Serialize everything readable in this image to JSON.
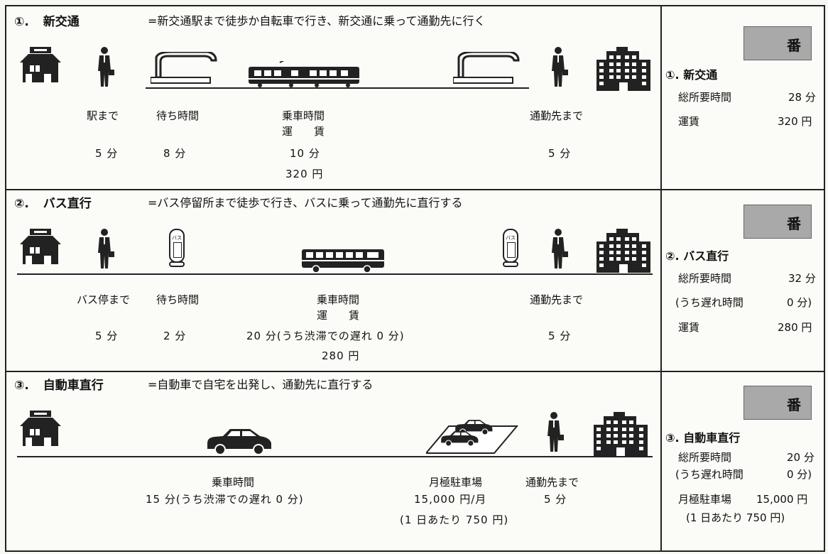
{
  "options": [
    {
      "num": "①.",
      "name": "新交通",
      "description": "=新交通駅まで徒歩か自転車で行き、新交通に乗って通勤先に行く",
      "labels": {
        "to_station": "駅まで",
        "wait": "待ち時間",
        "ride": "乗車時間",
        "fare": "運　　賃",
        "to_work": "通勤先まで"
      },
      "values": {
        "to_station": "5 分",
        "wait": "8 分",
        "ride": "10 分",
        "fare": "320 円",
        "to_work": "5 分"
      },
      "summary": {
        "title": "①. 新交通",
        "total_label": "総所要時間",
        "total_value": "28 分",
        "fare_label": "運賃",
        "fare_value": "320 円"
      },
      "answer_box": "番"
    },
    {
      "num": "②.",
      "name": "バス直行",
      "description": "=バス停留所まで徒歩で行き、バスに乗って通勤先に直行する",
      "labels": {
        "to_stop": "バス停まで",
        "wait": "待ち時間",
        "ride": "乗車時間",
        "fare": "運　　賃",
        "to_work": "通勤先まで"
      },
      "values": {
        "to_stop": "5 分",
        "wait": "2 分",
        "ride": "20 分(うち渋滞での遅れ 0 分)",
        "fare": "280 円",
        "to_work": "5 分"
      },
      "bus_sign": "バス",
      "summary": {
        "title": "②. バス直行",
        "total_label": "総所要時間",
        "total_value": "32 分",
        "delay_label": "(うち遅れ時間",
        "delay_value": "0 分)",
        "fare_label": "運賃",
        "fare_value": "280 円"
      },
      "answer_box": "番"
    },
    {
      "num": "③.",
      "name": "自動車直行",
      "description": "=自動車で自宅を出発し、通勤先に直行する",
      "labels": {
        "ride": "乗車時間",
        "parking": "月極駐車場",
        "to_work": "通勤先まで"
      },
      "values": {
        "ride": "15 分(うち渋滞での遅れ 0 分)",
        "parking": "15,000 円/月",
        "parking_daily": "(1 日あたり 750 円)",
        "to_work": "5 分"
      },
      "summary": {
        "title": "③. 自動車直行",
        "total_label": "総所要時間",
        "total_value": "20 分",
        "delay_label": "(うち遅れ時間",
        "delay_value": "0 分)",
        "parking_label": "月極駐車場",
        "parking_value": "15,000 円",
        "daily": "(1 日あたり 750 円)"
      },
      "answer_box": "番"
    }
  ]
}
